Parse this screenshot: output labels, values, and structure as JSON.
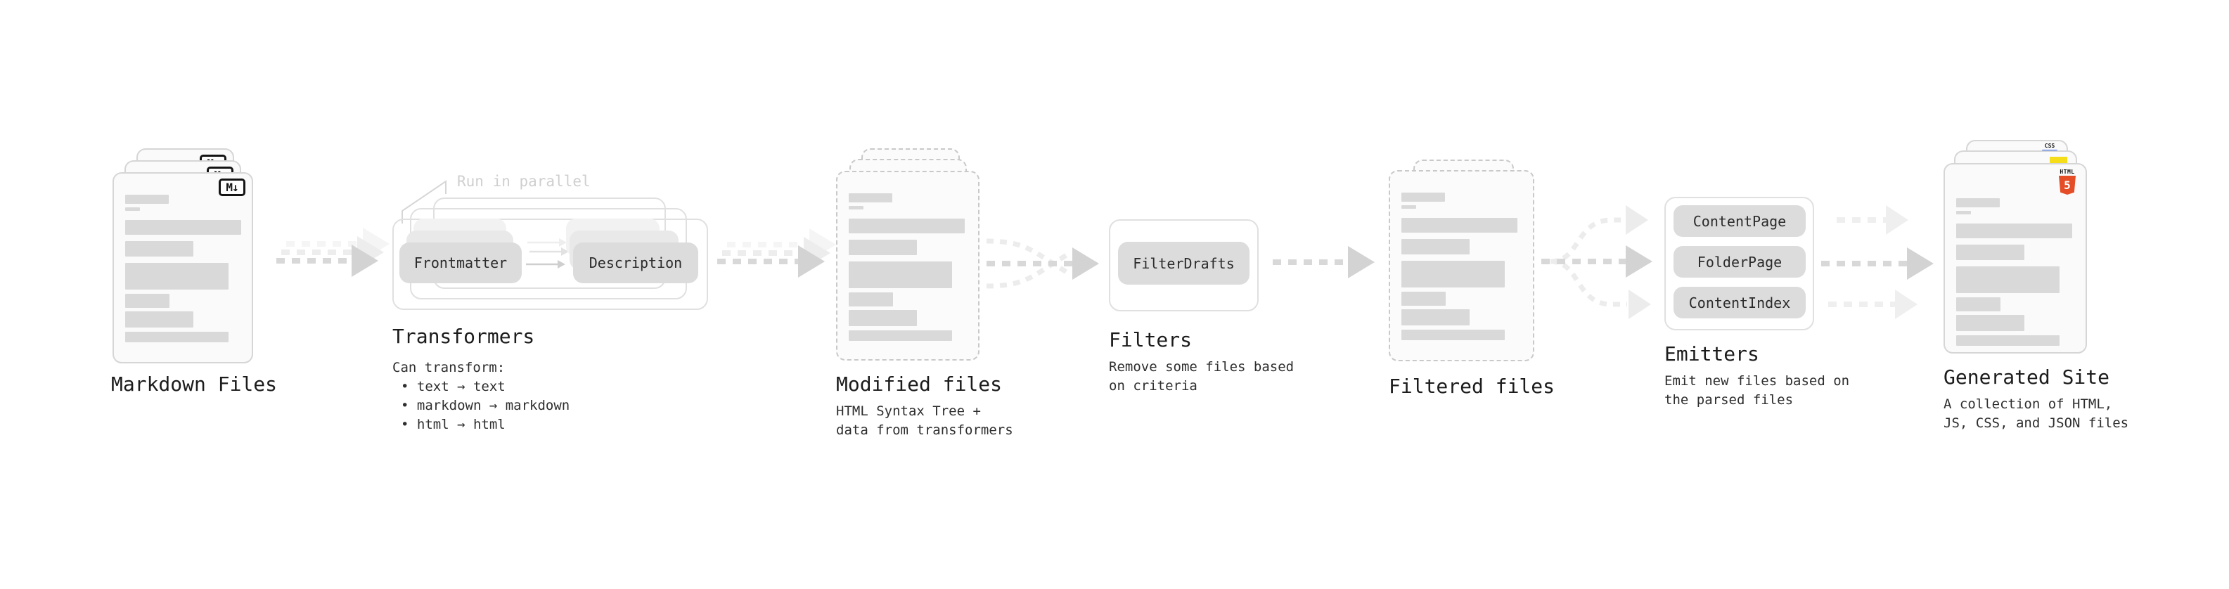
{
  "stages": {
    "markdown_files": {
      "label": "Markdown Files",
      "badge": "M↓"
    },
    "transformers": {
      "label": "Transformers",
      "note": "Run in parallel",
      "source_button": "Frontmatter",
      "result_button": "Description",
      "description_title": "Can transform:",
      "bullets": [
        "• text → text",
        "• markdown → markdown",
        "• html → html"
      ]
    },
    "modified_files": {
      "label": "Modified files",
      "description_line1": "HTML Syntax Tree +",
      "description_line2": "data from transformers"
    },
    "filters": {
      "label": "Filters",
      "button": "FilterDrafts",
      "description_line1": "Remove some files based",
      "description_line2": "on criteria"
    },
    "filtered_files": {
      "label": "Filtered files"
    },
    "emitters": {
      "label": "Emitters",
      "buttons": [
        "ContentPage",
        "FolderPage",
        "ContentIndex"
      ],
      "description_line1": "Emit new files based on",
      "description_line2": "the parsed files"
    },
    "generated_site": {
      "label": "Generated Site",
      "description_line1": "A collection of HTML,",
      "description_line2": "JS, CSS, and JSON files",
      "css_badge": "CSS",
      "html_badge_word": "HTML",
      "html_badge_number": "5"
    }
  },
  "colors": {
    "html5_orange": "#e44d26",
    "js_yellow": "#f5de19",
    "css_blue": "#2965f1",
    "arrow_gray": "#d8d8d8",
    "arrow_light_gray": "#ededed",
    "placeholder_bar_gray": "#d9d9d9",
    "chip_gray": "#dcdcdc",
    "card_background": "#fafafa",
    "note_gray": "#cfcfcf"
  }
}
